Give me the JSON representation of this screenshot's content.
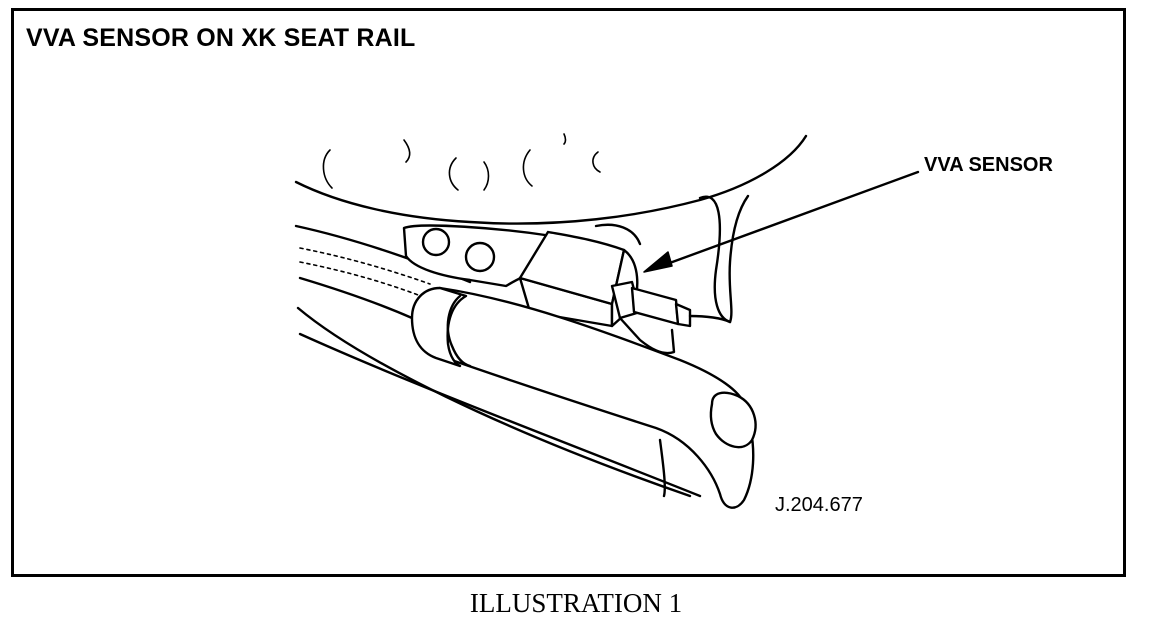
{
  "title": "VVA SENSOR ON XK SEAT RAIL",
  "callout": {
    "label": "VVA SENSOR"
  },
  "reference": "J.204.677",
  "caption": "ILLUSTRATION 1"
}
